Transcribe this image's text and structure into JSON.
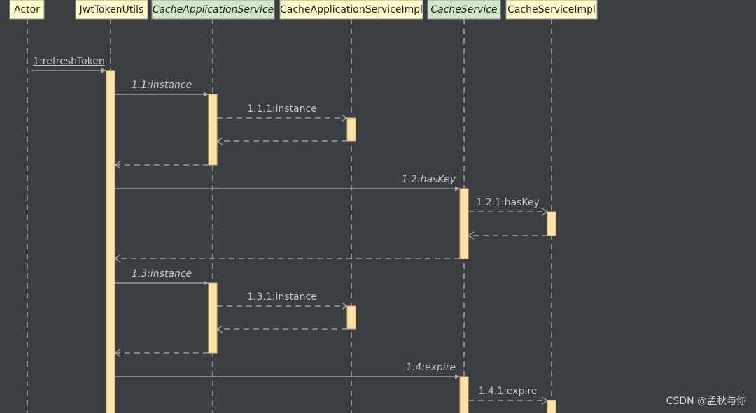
{
  "diagram": {
    "type": "sequence",
    "colors": {
      "background": "#3b3f42",
      "lifeline": "#b8b8b8",
      "arrow": "#a9adb0",
      "label": "#c3c6c9",
      "activation_fill": "#ffe2a8",
      "activation_stroke": "#d8b06c",
      "participant_fill": "#ffffcc",
      "participant_fill_interface": "#cfe8c8",
      "participant_text": "#1e1e1e",
      "participant_border": "#999999"
    },
    "participants": [
      {
        "id": "actor",
        "label": "Actor",
        "italic": false,
        "interface": false
      },
      {
        "id": "jwt",
        "label": "JwtTokenUtils",
        "italic": false,
        "interface": false
      },
      {
        "id": "cas",
        "label": "CacheApplicationService",
        "italic": true,
        "interface": true
      },
      {
        "id": "casi",
        "label": "CacheApplicationServiceImpl",
        "italic": false,
        "interface": false
      },
      {
        "id": "cs",
        "label": "CacheService",
        "italic": true,
        "interface": true
      },
      {
        "id": "csi",
        "label": "CacheServiceImpl",
        "italic": false,
        "interface": false
      }
    ],
    "messages": [
      {
        "id": "m1",
        "from": "actor",
        "to": "jwt",
        "label": "1:refreshToken",
        "kind": "call",
        "italic": false,
        "underline": true
      },
      {
        "id": "m1_1",
        "from": "jwt",
        "to": "cas",
        "label": "1.1:instance",
        "kind": "call",
        "italic": true
      },
      {
        "id": "m1_1_1",
        "from": "cas",
        "to": "casi",
        "label": "1.1.1:instance",
        "kind": "async",
        "italic": false
      },
      {
        "id": "r1_1_1",
        "from": "casi",
        "to": "cas",
        "label": "",
        "kind": "return"
      },
      {
        "id": "r1_1",
        "from": "cas",
        "to": "jwt",
        "label": "",
        "kind": "return"
      },
      {
        "id": "m1_2",
        "from": "jwt",
        "to": "cs",
        "label": "1.2:hasKey",
        "kind": "call",
        "italic": true
      },
      {
        "id": "m1_2_1",
        "from": "cs",
        "to": "csi",
        "label": "1.2.1:hasKey",
        "kind": "async",
        "italic": false
      },
      {
        "id": "r1_2_1",
        "from": "csi",
        "to": "cs",
        "label": "",
        "kind": "return"
      },
      {
        "id": "r1_2",
        "from": "cs",
        "to": "jwt",
        "label": "",
        "kind": "return"
      },
      {
        "id": "m1_3",
        "from": "jwt",
        "to": "cas",
        "label": "1.3:instance",
        "kind": "call",
        "italic": true
      },
      {
        "id": "m1_3_1",
        "from": "cas",
        "to": "casi",
        "label": "1.3.1:instance",
        "kind": "async",
        "italic": false
      },
      {
        "id": "r1_3_1",
        "from": "casi",
        "to": "cas",
        "label": "",
        "kind": "return"
      },
      {
        "id": "r1_3",
        "from": "cas",
        "to": "jwt",
        "label": "",
        "kind": "return"
      },
      {
        "id": "m1_4",
        "from": "jwt",
        "to": "cs",
        "label": "1.4:expire",
        "kind": "call",
        "italic": true
      },
      {
        "id": "m1_4_1",
        "from": "cs",
        "to": "csi",
        "label": "1.4.1:expire",
        "kind": "async",
        "italic": false
      }
    ]
  },
  "watermark": "CSDN @孟秋与你"
}
